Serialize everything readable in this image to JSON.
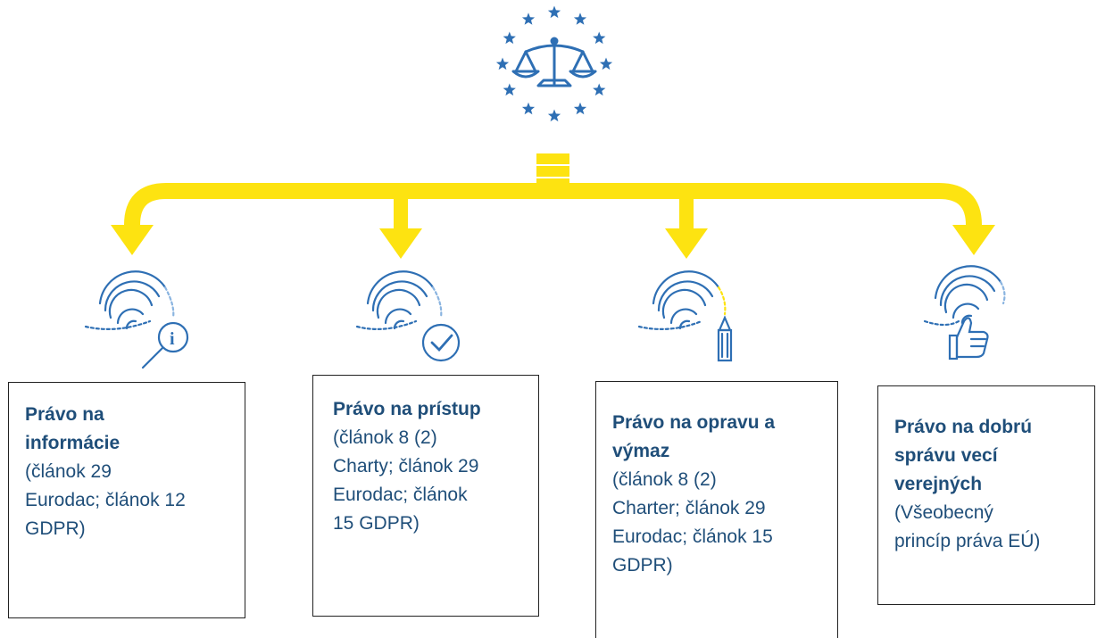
{
  "colors": {
    "arrow": "#fde311",
    "icon": "#2e6fb4",
    "icon_light": "#8ab4e0",
    "text": "#1f4e79",
    "box_border": "#222222"
  },
  "emblem": {
    "icon": "eu-stars-scales-of-justice-icon"
  },
  "rights": [
    {
      "icon": "fingerprint-info-magnifier-icon",
      "title": "Právo na informácie",
      "title_lines": [
        "Právo na",
        "informácie"
      ],
      "desc_lines": [
        "(článok 29",
        "Eurodac; článok 12",
        "GDPR)"
      ]
    },
    {
      "icon": "fingerprint-checkmark-icon",
      "title": "Právo na prístup",
      "title_lines": [
        "Právo na prístup"
      ],
      "desc_lines": [
        "(článok 8 (2)",
        "Charty; článok 29",
        "Eurodac; článok",
        "15 GDPR)"
      ]
    },
    {
      "icon": "fingerprint-pencil-icon",
      "title": "Právo na opravu a výmaz",
      "title_lines": [
        "Právo na opravu a",
        "výmaz"
      ],
      "desc_lines": [
        "(článok 8 (2)",
        "Charter; článok 29",
        "Eurodac; článok 15",
        "GDPR)"
      ]
    },
    {
      "icon": "fingerprint-thumbs-up-icon",
      "title": "Právo na dobrú správu vecí verejných",
      "title_lines": [
        "Právo na dobrú",
        "správu vecí",
        "verejných"
      ],
      "desc_lines": [
        "(Všeobecný",
        "princíp práva EÚ)"
      ]
    }
  ]
}
